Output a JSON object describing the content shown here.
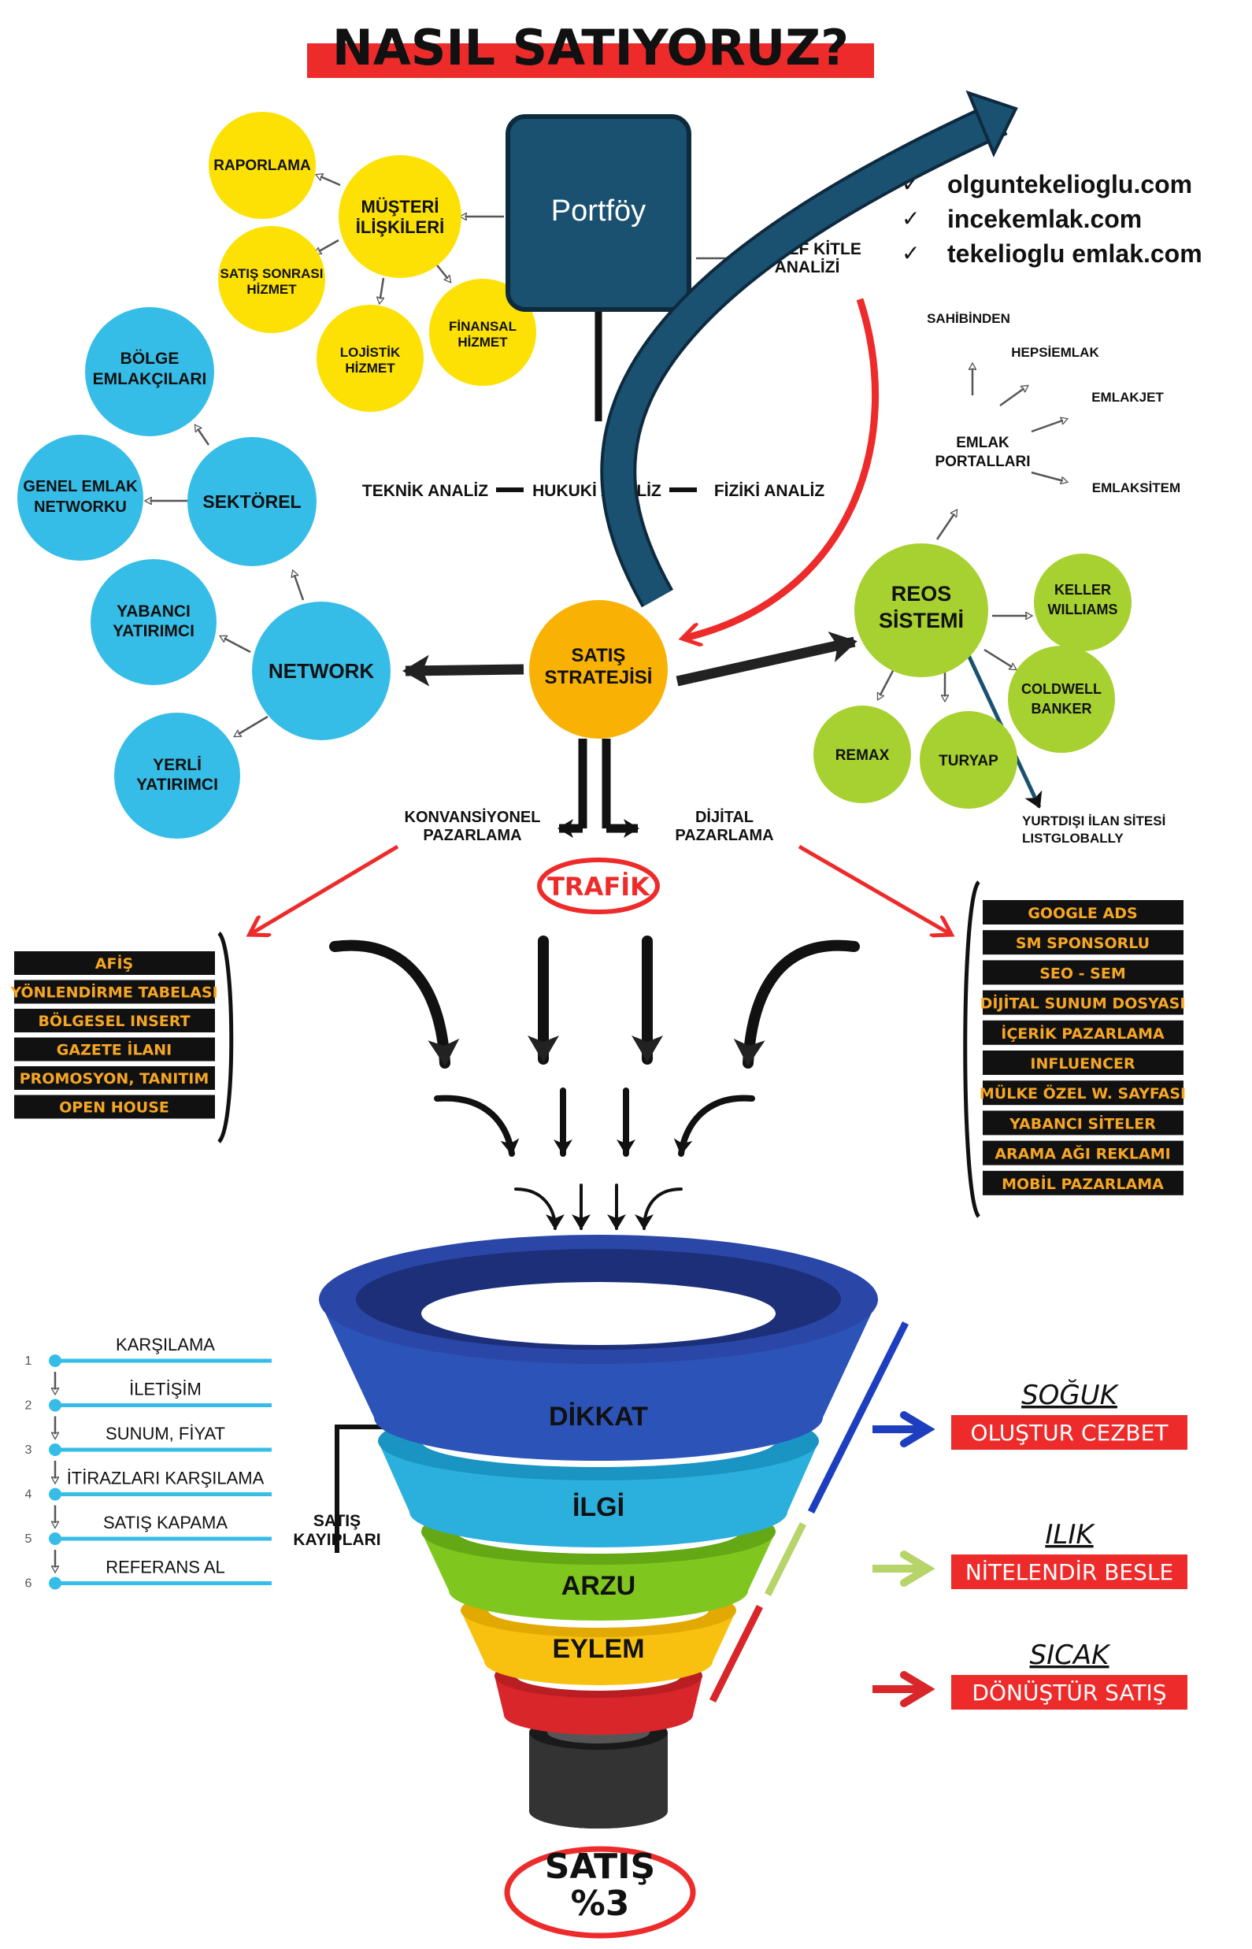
{
  "title": "NASIL SATIYORUZ?",
  "portfoy": "Portföy",
  "websites": [
    "olguntekelioglu.com",
    "incekemlak.com",
    "tekelioglu emlak.com"
  ],
  "check_mark": "✓",
  "hedef_kitle": [
    "HEDEF KİTLE",
    "ANALİZİ"
  ],
  "musteri": {
    "center": [
      "MÜŞTERİ",
      "İLİŞKİLERİ"
    ],
    "raporlama": "RAPORLAMA",
    "satis_sonrasi": [
      "SATIŞ SONRASI",
      "HİZMET"
    ],
    "lojistik": [
      "LOJİSTİK",
      "HİZMET"
    ],
    "finansal": [
      "FİNANSAL",
      "HİZMET"
    ]
  },
  "sektorel": {
    "center": "SEKTÖREL",
    "bolge": [
      "BÖLGE",
      "EMLAKÇILARI"
    ],
    "genel": [
      "GENEL EMLAK",
      "NETWORKU"
    ]
  },
  "network": {
    "center": "NETWORK",
    "yabanci": [
      "YABANCI",
      "YATIRIMCI"
    ],
    "yerli": [
      "YERLİ",
      "YATIRIMCI"
    ]
  },
  "analysis": [
    "TEKNİK ANALİZ",
    "HUKUKİ ANALİZ",
    "FİZİKİ ANALİZ"
  ],
  "satis_stratejisi": [
    "SATIŞ",
    "STRATEJİSİ"
  ],
  "reos": {
    "center": [
      "REOS",
      "SİSTEMİ"
    ],
    "keller": [
      "KELLER",
      "WILLIAMS"
    ],
    "coldwell": [
      "COLDWELL",
      "BANKER"
    ],
    "remax": "REMAX",
    "turyap": "TURYAP",
    "yurtdisi": [
      "YURTDIŞI İLAN SİTESİ",
      "LISTGLOBALLY"
    ]
  },
  "portals": {
    "center": [
      "EMLAK",
      "PORTALLARI"
    ],
    "items": [
      "SAHİBİNDEN",
      "HEPSİEMLAK",
      "EMLAKJET",
      "EMLAKSİTEM"
    ]
  },
  "konvansiyonel": [
    "KONVANSİYONEL",
    "PAZARLAMA"
  ],
  "dijital": [
    "DİJİTAL",
    "PAZARLAMA"
  ],
  "trafik": "TRAFİK",
  "conventional_items": [
    "AFİŞ",
    "YÖNLENDİRME TABELASI",
    "BÖLGESEL INSERT",
    "GAZETE İLANI",
    "PROMOSYON, TANITIM",
    "OPEN HOUSE"
  ],
  "digital_items": [
    "GOOGLE ADS",
    "SM SPONSORLU",
    "SEO - SEM",
    "DİJİTAL SUNUM DOSYASI",
    "İÇERİK PAZARLAMA",
    "INFLUENCER",
    "MÜLKE ÖZEL W. SAYFASI",
    "YABANCI SİTELER",
    "ARAMA AĞI REKLAMI",
    "MOBİL PAZARLAMA"
  ],
  "steps": [
    {
      "num": "1",
      "label": "KARŞILAMA"
    },
    {
      "num": "2",
      "label": "İLETİŞİM"
    },
    {
      "num": "3",
      "label": "SUNUM, FİYAT"
    },
    {
      "num": "4",
      "label": "İTİRAZLARI KARŞILAMA"
    },
    {
      "num": "5",
      "label": "SATIŞ KAPAMA"
    },
    {
      "num": "6",
      "label": "REFERANS AL"
    }
  ],
  "satis_kayiplari": [
    "SATIŞ",
    "KAYIPLARI"
  ],
  "funnel": [
    "DİKKAT",
    "İLGİ",
    "ARZU",
    "EYLEM"
  ],
  "stages": [
    {
      "title": "SOĞUK",
      "action": "OLUŞTUR CEZBET",
      "color": "#1d3fbf"
    },
    {
      "title": "ILIK",
      "action": "NİTELENDİR BESLE",
      "color": "#b6d46a"
    },
    {
      "title": "SICAK",
      "action": "DÖNÜŞTÜR SATIŞ",
      "color": "#d8262b"
    }
  ],
  "result": [
    "SATIŞ",
    "%3"
  ],
  "colors": {
    "yellow": "#fde104",
    "blue": "#36bde7",
    "green": "#a6d130",
    "orange": "#f9b104",
    "navy": "#1a5170",
    "red": "#ee2b2b"
  }
}
